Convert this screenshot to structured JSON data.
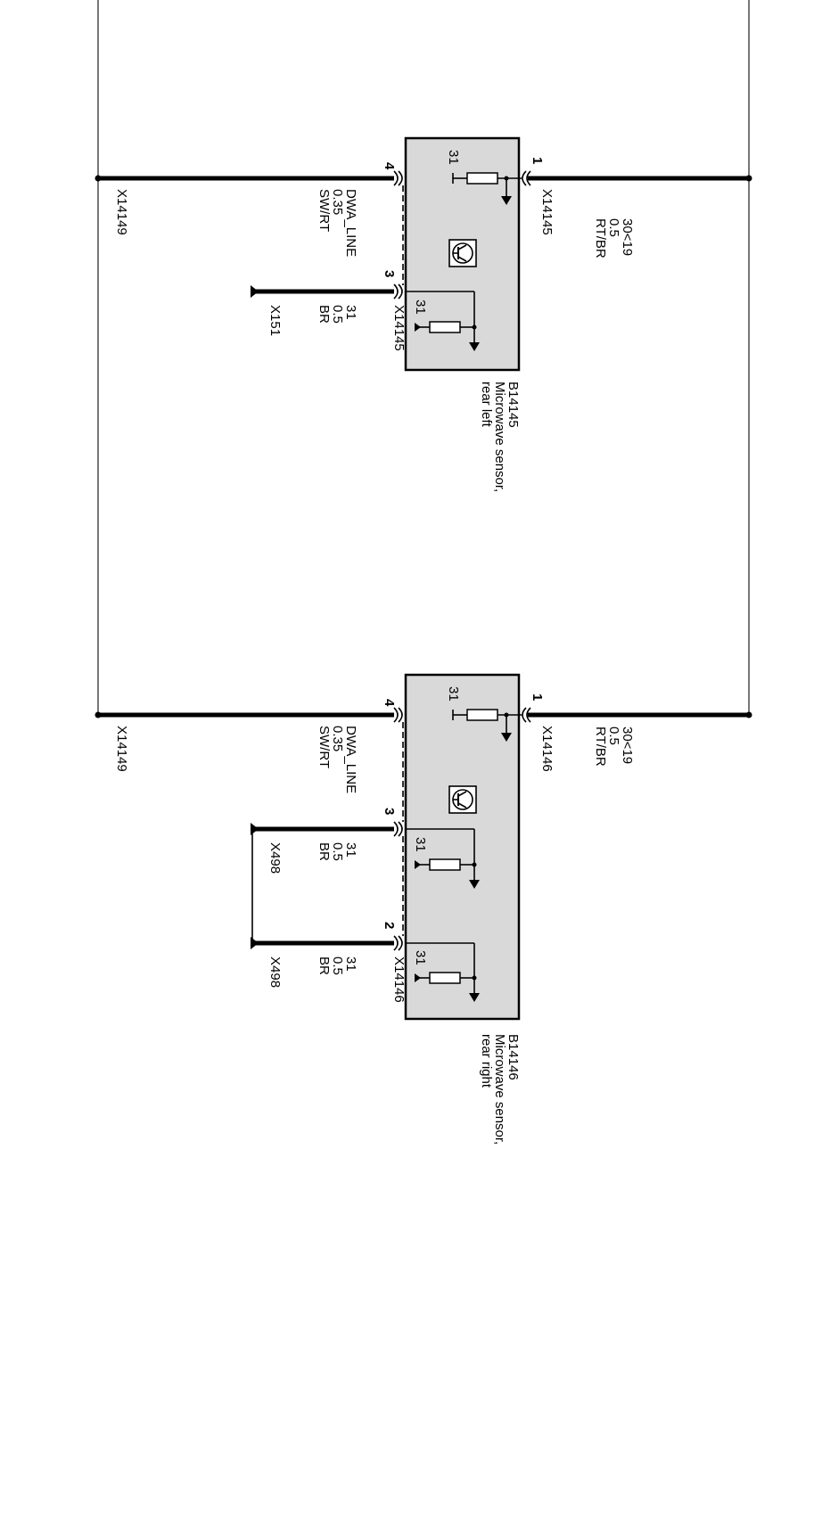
{
  "rails": {
    "left_label": "X14149",
    "left_label_2": "X14149"
  },
  "sensor_left": {
    "component_id": "B14145",
    "description_line1": "Microwave sensor,",
    "description_line2": "rear left",
    "connector": "X14145",
    "connector_pin3": "X14145",
    "pin1": {
      "number": "1",
      "signal": "30<19",
      "size": "0.5",
      "color": "RT/BR"
    },
    "pin4": {
      "number": "4",
      "signal": "DWA_LINE",
      "size": "0.35",
      "color": "SW/RT"
    },
    "pin3": {
      "number": "3",
      "signal": "31",
      "size": "0.5",
      "color": "BR",
      "ground": "X151"
    },
    "internal_ground_top": "31",
    "internal_ground_bottom": "31"
  },
  "sensor_right": {
    "component_id": "B14146",
    "description_line1": "Microwave sensor,",
    "description_line2": "rear right",
    "connector": "X14146",
    "connector_pin2": "X14146",
    "pin1": {
      "number": "1",
      "signal": "30<19",
      "size": "0.5",
      "color": "RT/BR"
    },
    "pin4": {
      "number": "4",
      "signal": "DWA_LINE",
      "size": "0.35",
      "color": "SW/RT"
    },
    "pin3": {
      "number": "3",
      "signal": "31",
      "size": "0.5",
      "color": "BR",
      "ground": "X498"
    },
    "pin2": {
      "number": "2",
      "signal": "31",
      "size": "0.5",
      "color": "BR",
      "ground": "X498"
    },
    "internal_ground_top": "31",
    "internal_ground_mid": "31",
    "internal_ground_bottom": "31"
  }
}
